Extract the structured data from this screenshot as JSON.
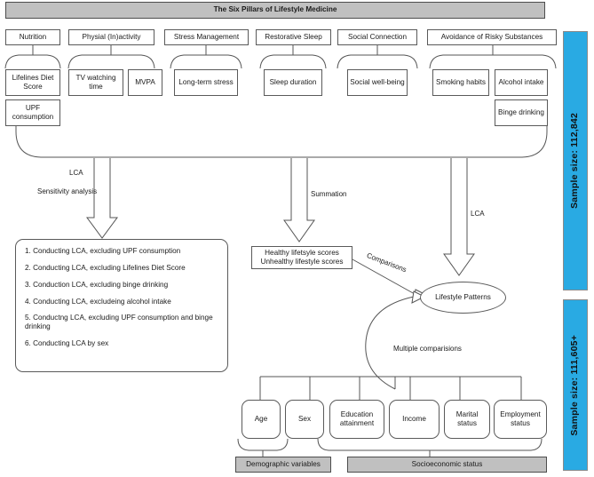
{
  "title_banner": {
    "label": "The Six Pillars of Lifestyle Medicine"
  },
  "pillars": [
    {
      "label": "Nutrition"
    },
    {
      "label": "Physial (In)activity"
    },
    {
      "label": "Stress Management"
    },
    {
      "label": "Restorative Sleep"
    },
    {
      "label": "Social Connection"
    },
    {
      "label": "Avoidance of Risky Substances"
    }
  ],
  "measures": {
    "lifelines_diet_score": "Lifelines Diet Score",
    "upf_consumption": "UPF consumption",
    "tv_watching_time": "TV watching time",
    "mvpa": "MVPA",
    "long_term_stress": "Long-term stress",
    "sleep_duration": "Sleep duration",
    "social_well_being": "Social well-being",
    "smoking_habits": "Smoking habits",
    "alcohol_intake": "Alcohol intake",
    "binge_drinking": "Binge drinking"
  },
  "arrow_labels": {
    "lca_left": "LCA",
    "sensitivity_analysis": "Sensitivity analysis",
    "summation": "Summation",
    "lca_right": "LCA",
    "comparisons": "Comparisons",
    "multiple_comparisons": "Multiple comparisions"
  },
  "sensitivity_list": {
    "items": [
      "1. Conducting LCA, excluding UPF consumption",
      "2. Conducting LCA, excluding Lifelines Diet Score",
      "3. Conduction LCA, excluding binge drinking",
      "4. Conducting LCA, excludeing alcohol intake",
      "5. Conductng LCA, excluding UPF consumption and binge drinking",
      "6. Conducting LCA by sex"
    ]
  },
  "scores_box": {
    "line1": "Healthy lifetsyle scores",
    "line2": "Unhealthy lifestyle scores"
  },
  "lifestyle_patterns": {
    "label": "Lifestyle Patterns"
  },
  "covariates": [
    {
      "label": "Age"
    },
    {
      "label": "Sex"
    },
    {
      "label": "Education attainment"
    },
    {
      "label": "Income"
    },
    {
      "label": "Marital status"
    },
    {
      "label": "Employment status"
    }
  ],
  "group_banners": {
    "demographic": "Demographic variables",
    "socioeconomic": "Socioeconomic status"
  },
  "sample_sizes": {
    "top": "Sample size: 112,842",
    "bottom": "Sample size: 111,605+"
  },
  "colors": {
    "banner_gray": "#c0c0c0",
    "accent_blue": "#29aae3",
    "stroke": "#5a5a5a"
  }
}
